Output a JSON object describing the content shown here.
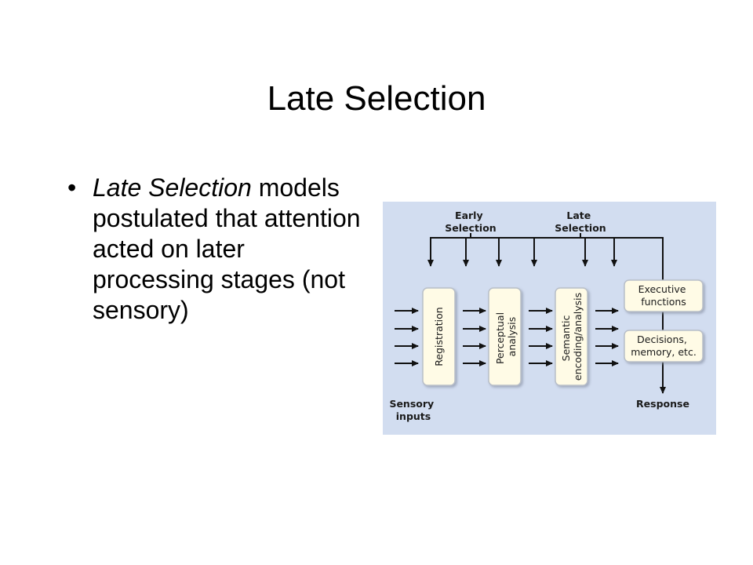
{
  "slide": {
    "title": "Late Selection",
    "bullet": {
      "emphasis": "Late Selection",
      "text": " models postulated that attention acted on later processing stages (not sensory)"
    }
  },
  "figure": {
    "labels": {
      "early_selection": [
        "Early",
        "Selection"
      ],
      "late_selection": [
        "Late",
        "Selection"
      ],
      "sensory_inputs": [
        "Sensory",
        "inputs"
      ],
      "response": "Response"
    },
    "stages": [
      [
        "Registration"
      ],
      [
        "Perceptual",
        "analysis"
      ],
      [
        "Semantic",
        "encoding/analysis"
      ]
    ],
    "boxes": {
      "executive": [
        "Executive",
        "functions"
      ],
      "decisions": [
        "Decisions,",
        "memory, etc."
      ]
    },
    "colors": {
      "background": "#d2ddf0",
      "box_fill": "#fffbe6",
      "box_stroke": "#b9bfc8",
      "arrow": "#111111"
    }
  }
}
